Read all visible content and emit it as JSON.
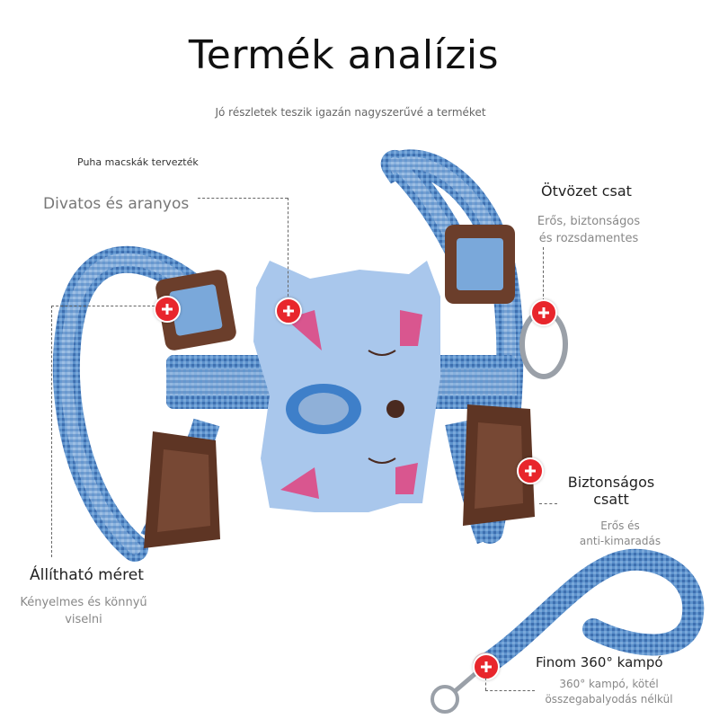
{
  "header": {
    "title": "Termék analízis",
    "subtitle": "Jó részletek teszik igazán nagyszerűvé a terméket"
  },
  "callouts": {
    "design": {
      "small": "Puha macskák tervezték",
      "heading": "Divatos és aranyos"
    },
    "buckle": {
      "heading": "Ötvözet csat",
      "desc1": "Erős, biztonságos",
      "desc2": "és rozsdamentes"
    },
    "safety": {
      "heading1": "Biztonságos",
      "heading2": "csatt",
      "desc1": "Erős és",
      "desc2": "anti-kimaradás"
    },
    "adjust": {
      "heading": "Állítható méret",
      "desc1": "Kényelmes és könnyű",
      "desc2": "viselni"
    },
    "hook": {
      "heading": "Finom 360° kampó",
      "desc1": "360° kampó, kötél",
      "desc2": "összegabalyodás nélkül"
    }
  },
  "colors": {
    "marker": "#e8262c",
    "strap": "#5a8fc9",
    "buckle": "#6b3e2b",
    "plush": "#a9c7ec"
  }
}
